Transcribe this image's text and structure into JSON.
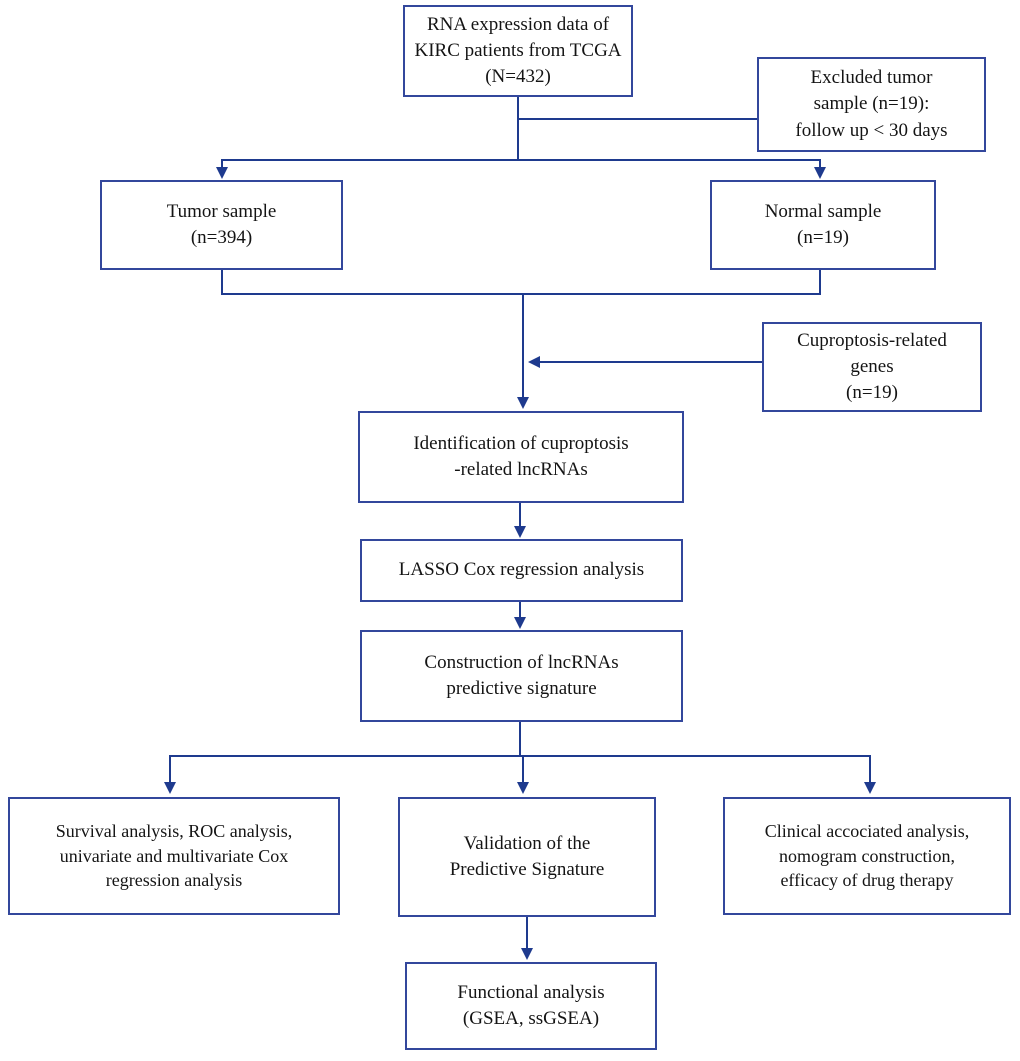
{
  "figure": {
    "type": "flowchart",
    "description": "Study workflow flowchart of cuproptosis-related lncRNA prognostic signature in KIRC",
    "background_color": "#ffffff",
    "box_border_color": "#33479c",
    "arrow_color": "#1e3a8e",
    "text_color": "#141414"
  },
  "nodes": {
    "tcga": {
      "label": "RNA expression data of\nKIRC patients from TCGA\n(N=432)"
    },
    "excluded": {
      "label": "Excluded tumor\nsample (n=19):\nfollow up < 30 days"
    },
    "tumor": {
      "label": "Tumor sample\n(n=394)"
    },
    "normal": {
      "label": "Normal sample\n(n=19)"
    },
    "cuproptosis": {
      "label": "Cuproptosis-related\ngenes\n(n=19)"
    },
    "identification": {
      "label": "Identification of cuproptosis\n-related lncRNAs"
    },
    "lasso": {
      "label": "LASSO Cox regression analysis"
    },
    "construction": {
      "label": "Construction of lncRNAs\npredictive signature"
    },
    "survival": {
      "label": "Survival analysis, ROC analysis,\nunivariate and multivariate Cox\nregression analysis"
    },
    "validation": {
      "label": "Validation of the\nPredictive Signature"
    },
    "clinical": {
      "label": "Clinical accociated analysis,\nnomogram  construction,\nefficacy of drug therapy"
    },
    "functional": {
      "label": "Functional analysis\n(GSEA, ssGSEA)"
    }
  },
  "edges": [
    {
      "from": "tcga",
      "to": "excluded"
    },
    {
      "from": "tcga",
      "to": "tumor"
    },
    {
      "from": "tcga",
      "to": "normal"
    },
    {
      "from": "tumor",
      "to": "identification"
    },
    {
      "from": "normal",
      "to": "identification"
    },
    {
      "from": "cuproptosis",
      "to": "identification"
    },
    {
      "from": "identification",
      "to": "lasso"
    },
    {
      "from": "lasso",
      "to": "construction"
    },
    {
      "from": "construction",
      "to": "survival"
    },
    {
      "from": "construction",
      "to": "validation"
    },
    {
      "from": "construction",
      "to": "clinical"
    },
    {
      "from": "validation",
      "to": "functional"
    }
  ]
}
